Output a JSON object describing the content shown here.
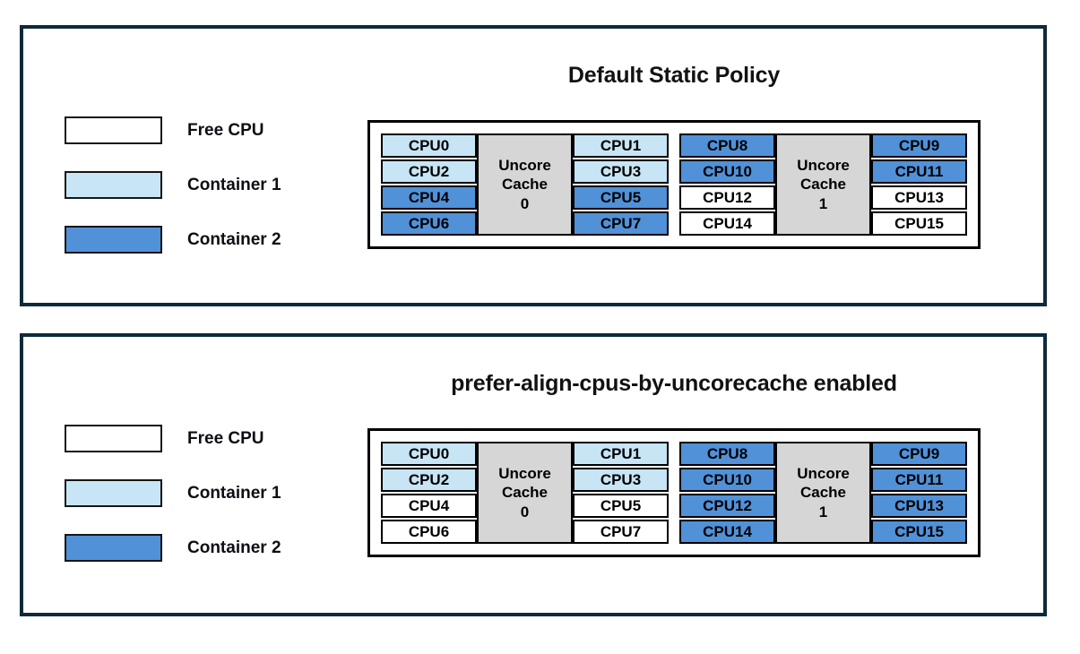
{
  "colors": {
    "free": "#ffffff",
    "container1": "#c7e5f5",
    "container2": "#5191d8",
    "cache": "#d6d6d6",
    "panel_border": "#0e2a3a",
    "cell_border": "#000000"
  },
  "legend": {
    "items": [
      {
        "label": "Free CPU",
        "state": "free"
      },
      {
        "label": "Container 1",
        "state": "container1"
      },
      {
        "label": "Container 2",
        "state": "container2"
      }
    ]
  },
  "panels": [
    {
      "title": "Default Static Policy",
      "caches": [
        {
          "lines": [
            "Uncore",
            "Cache",
            "0"
          ],
          "cols": [
            [
              {
                "label": "CPU0",
                "state": "container1"
              },
              {
                "label": "CPU2",
                "state": "container1"
              },
              {
                "label": "CPU4",
                "state": "container2"
              },
              {
                "label": "CPU6",
                "state": "container2"
              }
            ],
            [
              {
                "label": "CPU1",
                "state": "container1"
              },
              {
                "label": "CPU3",
                "state": "container1"
              },
              {
                "label": "CPU5",
                "state": "container2"
              },
              {
                "label": "CPU7",
                "state": "container2"
              }
            ]
          ]
        },
        {
          "lines": [
            "Uncore",
            "Cache",
            "1"
          ],
          "cols": [
            [
              {
                "label": "CPU8",
                "state": "container2"
              },
              {
                "label": "CPU10",
                "state": "container2"
              },
              {
                "label": "CPU12",
                "state": "free"
              },
              {
                "label": "CPU14",
                "state": "free"
              }
            ],
            [
              {
                "label": "CPU9",
                "state": "container2"
              },
              {
                "label": "CPU11",
                "state": "container2"
              },
              {
                "label": "CPU13",
                "state": "free"
              },
              {
                "label": "CPU15",
                "state": "free"
              }
            ]
          ]
        }
      ]
    },
    {
      "title": "prefer-align-cpus-by-uncorecache enabled",
      "caches": [
        {
          "lines": [
            "Uncore",
            "Cache",
            "0"
          ],
          "cols": [
            [
              {
                "label": "CPU0",
                "state": "container1"
              },
              {
                "label": "CPU2",
                "state": "container1"
              },
              {
                "label": "CPU4",
                "state": "free"
              },
              {
                "label": "CPU6",
                "state": "free"
              }
            ],
            [
              {
                "label": "CPU1",
                "state": "container1"
              },
              {
                "label": "CPU3",
                "state": "container1"
              },
              {
                "label": "CPU5",
                "state": "free"
              },
              {
                "label": "CPU7",
                "state": "free"
              }
            ]
          ]
        },
        {
          "lines": [
            "Uncore",
            "Cache",
            "1"
          ],
          "cols": [
            [
              {
                "label": "CPU8",
                "state": "container2"
              },
              {
                "label": "CPU10",
                "state": "container2"
              },
              {
                "label": "CPU12",
                "state": "container2"
              },
              {
                "label": "CPU14",
                "state": "container2"
              }
            ],
            [
              {
                "label": "CPU9",
                "state": "container2"
              },
              {
                "label": "CPU11",
                "state": "container2"
              },
              {
                "label": "CPU13",
                "state": "container2"
              },
              {
                "label": "CPU15",
                "state": "container2"
              }
            ]
          ]
        }
      ]
    }
  ]
}
